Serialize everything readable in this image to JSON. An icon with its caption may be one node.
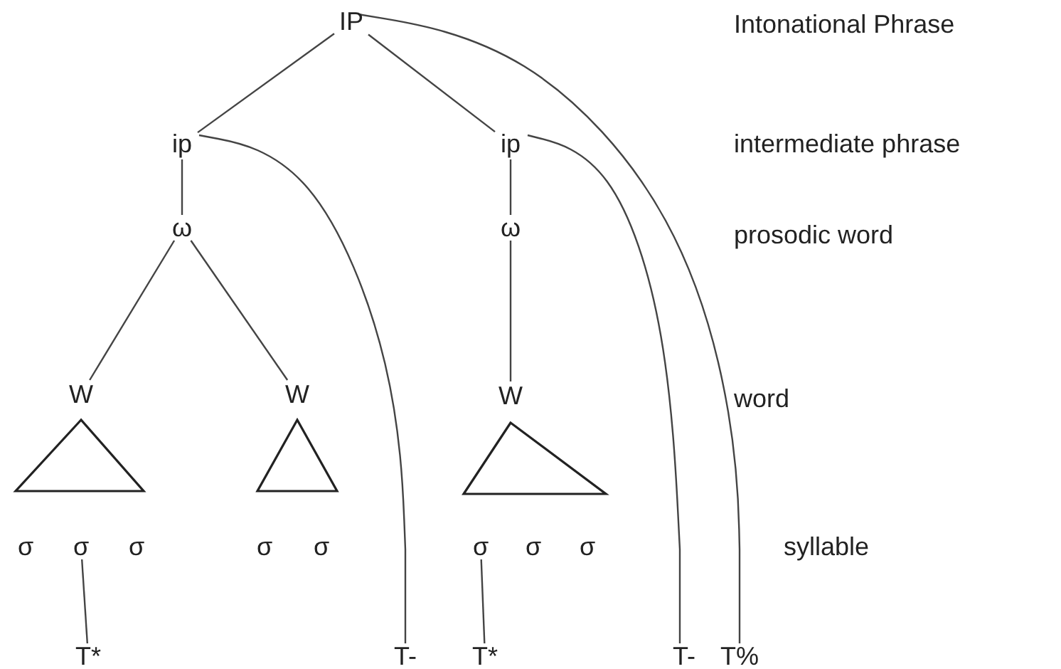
{
  "diagram": {
    "nodes": [
      {
        "text": [
          "IP"
        ]
      },
      {
        "text": [
          "ip"
        ]
      },
      {
        "text": [
          "ip"
        ]
      },
      {
        "text": [
          "ω"
        ]
      },
      {
        "text": [
          "ω"
        ]
      },
      {
        "text": [
          "W"
        ]
      },
      {
        "text": [
          "W"
        ]
      },
      {
        "text": [
          "W"
        ]
      },
      {
        "text": [],
        "shape": "triangle"
      },
      {
        "text": [],
        "shape": "triangle"
      },
      {
        "text": [],
        "shape": "triangle"
      },
      {
        "text": [
          "σ"
        ]
      },
      {
        "text": [
          "σ"
        ]
      },
      {
        "text": [
          "σ"
        ]
      },
      {
        "text": [
          "σ"
        ]
      },
      {
        "text": [
          "σ"
        ]
      },
      {
        "text": [
          "σ"
        ]
      },
      {
        "text": [
          "σ"
        ]
      },
      {
        "text": [
          "σ"
        ]
      },
      {
        "text": [
          "T*"
        ]
      },
      {
        "text": [
          "T-"
        ]
      },
      {
        "text": [
          "T*"
        ]
      },
      {
        "text": [
          "T-"
        ]
      },
      {
        "text": [
          "T%"
        ]
      }
    ],
    "edges": [
      {
        "from": 0,
        "to": 1,
        "arrow": "none"
      },
      {
        "from": 0,
        "to": 2,
        "arrow": "none"
      },
      {
        "from": 0,
        "to": 23,
        "arrow": "none"
      },
      {
        "from": 1,
        "to": 3,
        "arrow": "none"
      },
      {
        "from": 1,
        "to": 20,
        "arrow": "none"
      },
      {
        "from": 2,
        "to": 4,
        "arrow": "none"
      },
      {
        "from": 2,
        "to": 22,
        "arrow": "none"
      },
      {
        "from": 3,
        "to": 5,
        "arrow": "none"
      },
      {
        "from": 3,
        "to": 6,
        "arrow": "none"
      },
      {
        "from": 4,
        "to": 7,
        "arrow": "none"
      },
      {
        "from": 12,
        "to": 19,
        "arrow": "none"
      },
      {
        "from": 16,
        "to": 21,
        "arrow": "none"
      }
    ],
    "labels": [
      "Intonational Phrase",
      "intermediate phrase",
      "prosodic word",
      "word",
      "syllable"
    ]
  }
}
